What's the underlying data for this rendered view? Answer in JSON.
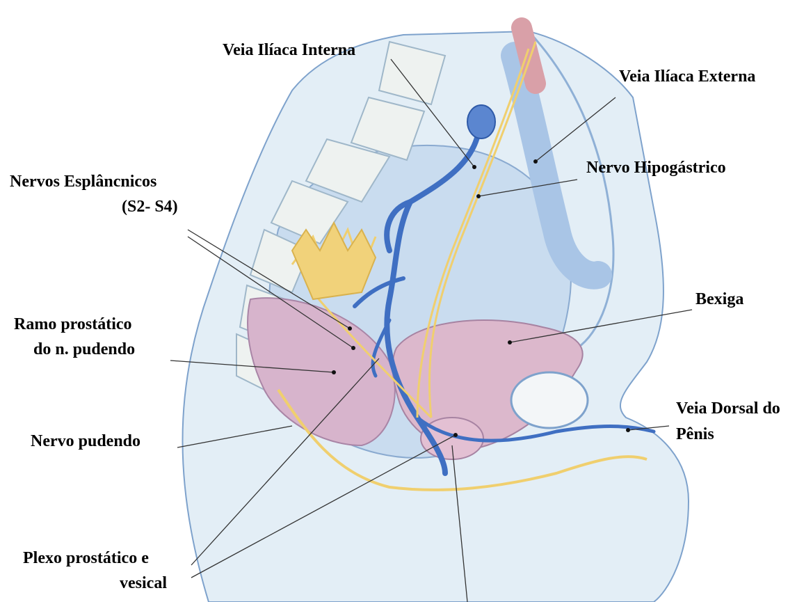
{
  "labels": {
    "veia_iliaca_interna": "Veia Ilíaca Interna",
    "veia_iliaca_externa": "Veia Ilíaca Externa",
    "nervo_hipogastrico": "Nervo Hipogástrico",
    "nervos_esplancnicos_line1": "Nervos Esplâncnicos",
    "nervos_esplancnicos_line2": "(S2- S4)",
    "bexiga": "Bexiga",
    "ramo_prostatico_line1": "Ramo prostático",
    "ramo_prostatico_line2": "do n. pudendo",
    "veia_dorsal_line1": "Veia Dorsal do",
    "veia_dorsal_line2": "Pênis",
    "nervo_pudendo": "Nervo pudendo",
    "plexo_line1": "Plexo prostático e",
    "plexo_line2": "vesical"
  },
  "colors": {
    "tissue": "#dceaf4",
    "outline": "#6f95c4",
    "vein": "#3d6fc4",
    "nerve": "#f1d27a",
    "bladder": "#d9b3c9",
    "bone": "#e8eef0"
  }
}
